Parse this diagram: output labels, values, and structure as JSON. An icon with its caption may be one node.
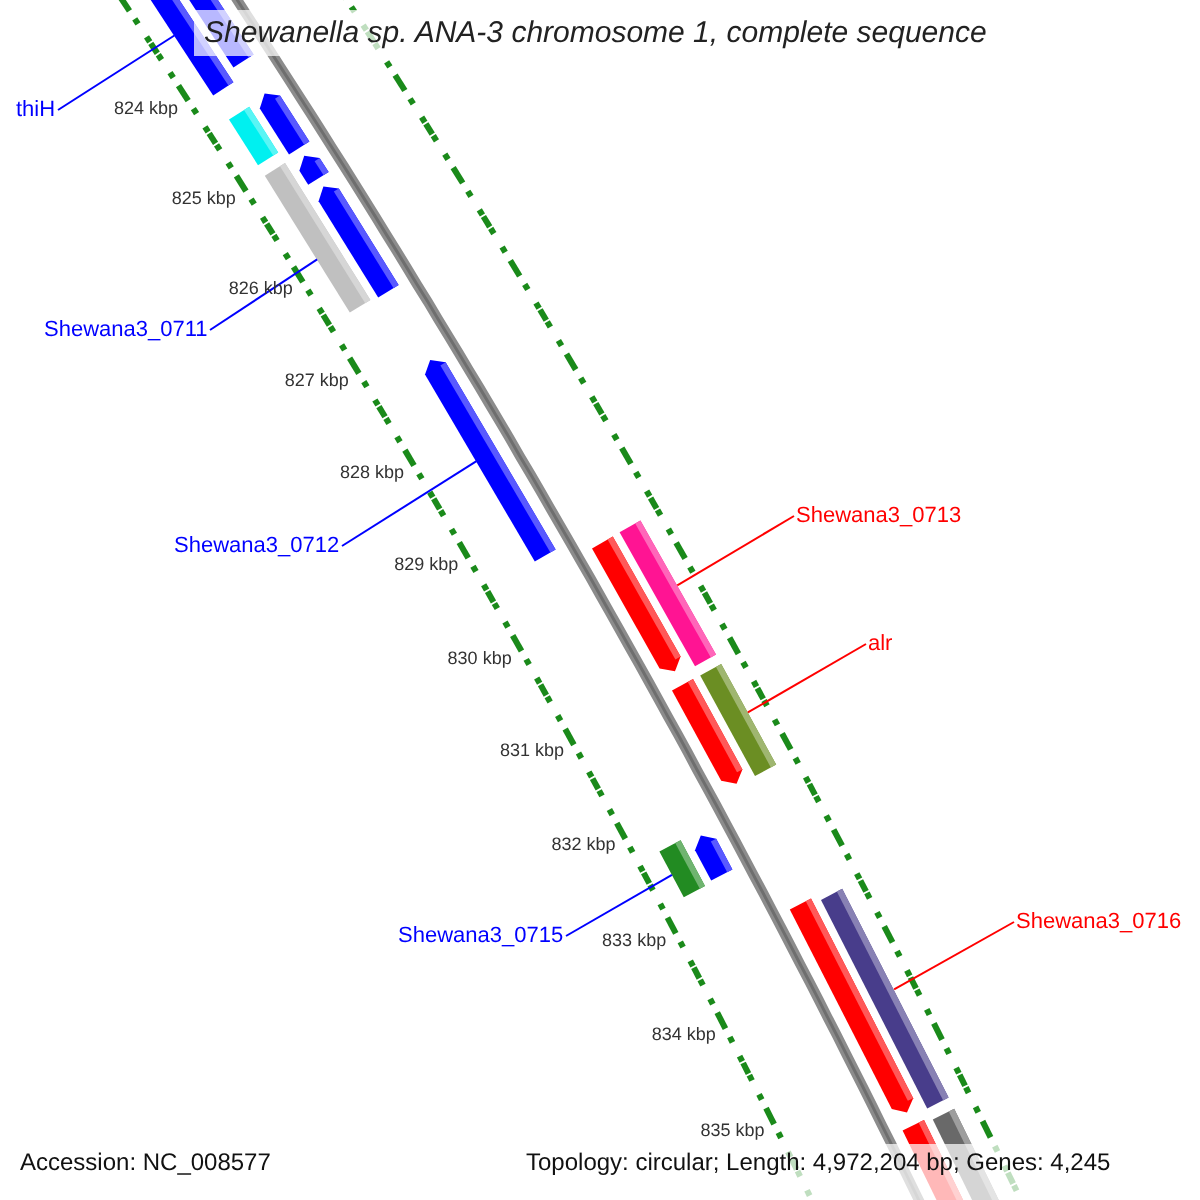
{
  "diagram": {
    "title": "Shewanella sp. ANA-3 chromosome 1, complete sequence",
    "nodes": [
      {
        "text": [
          "thiH"
        ]
      },
      {
        "text": [],
        "shape": "bar"
      },
      {
        "text": [
          "Shewana3_0711"
        ]
      },
      {
        "text": [],
        "shape": "bar"
      },
      {
        "text": [
          "Shewana3_0713"
        ]
      },
      {
        "text": [],
        "shape": "bar"
      },
      {
        "text": [
          "Shewana3_0712"
        ]
      },
      {
        "text": [],
        "shape": "bar"
      },
      {
        "text": [
          "alr"
        ]
      },
      {
        "text": [],
        "shape": "bar"
      },
      {
        "text": [
          "Shewana3_0716"
        ]
      },
      {
        "text": [],
        "shape": "bar"
      },
      {
        "text": [
          "Shewana3_0715"
        ]
      },
      {
        "text": [],
        "shape": "bar"
      }
    ],
    "edges": [
      {
        "from": 0,
        "to": 1,
        "arrow": "none"
      },
      {
        "from": 2,
        "to": 3,
        "arrow": "none"
      },
      {
        "from": 4,
        "to": 5,
        "arrow": "none",
        "color": "#ff0000"
      },
      {
        "from": 6,
        "to": 7,
        "arrow": "none"
      },
      {
        "from": 8,
        "to": 9,
        "arrow": "none",
        "color": "#ff0000"
      },
      {
        "from": 10,
        "to": 11,
        "arrow": "none",
        "color": "#ff0000"
      },
      {
        "from": 12,
        "to": 13,
        "arrow": "none"
      }
    ],
    "labels": [
      "824 kbp",
      "825 kbp",
      "826 kbp",
      "827 kbp",
      "828 kbp",
      "829 kbp",
      "830 kbp",
      "831 kbp",
      "832 kbp",
      "833 kbp",
      "834 kbp",
      "835 kbp",
      "Accession: NC_008577",
      "Topology: circular; Length: 4,972,204 bp; Genes: 4,245"
    ]
  }
}
